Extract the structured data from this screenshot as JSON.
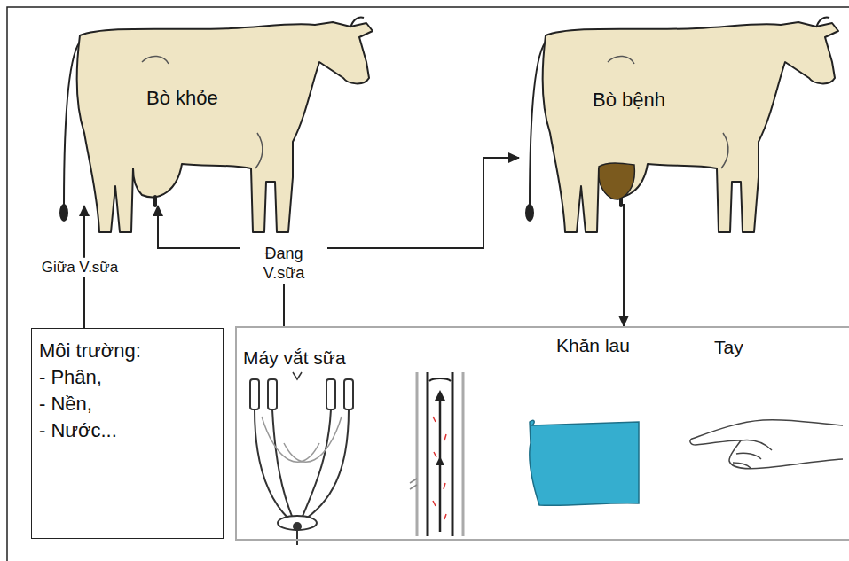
{
  "diagram": {
    "nodes": [
      {
        "text": [
          "Bò khỏe"
        ]
      },
      {
        "text": [
          "Bò bệnh"
        ]
      },
      {
        "text": [
          "Môi trường:",
          "- Phân,",
          "- Nền,",
          "- Nước..."
        ]
      },
      {
        "text": [
          "Máy vắt sữa",
          "Khăn lau",
          "Tay"
        ]
      }
    ],
    "edges": [
      {
        "from": 2,
        "to": 0,
        "label": "Giữa V.sữa",
        "arrow": "to"
      },
      {
        "from": 3,
        "to": 0,
        "label": "Đang V.sữa",
        "arrow": "to"
      },
      {
        "from": 3,
        "to": 1,
        "arrow": "to"
      },
      {
        "from": 1,
        "to": 3,
        "arrow": "to"
      }
    ]
  }
}
